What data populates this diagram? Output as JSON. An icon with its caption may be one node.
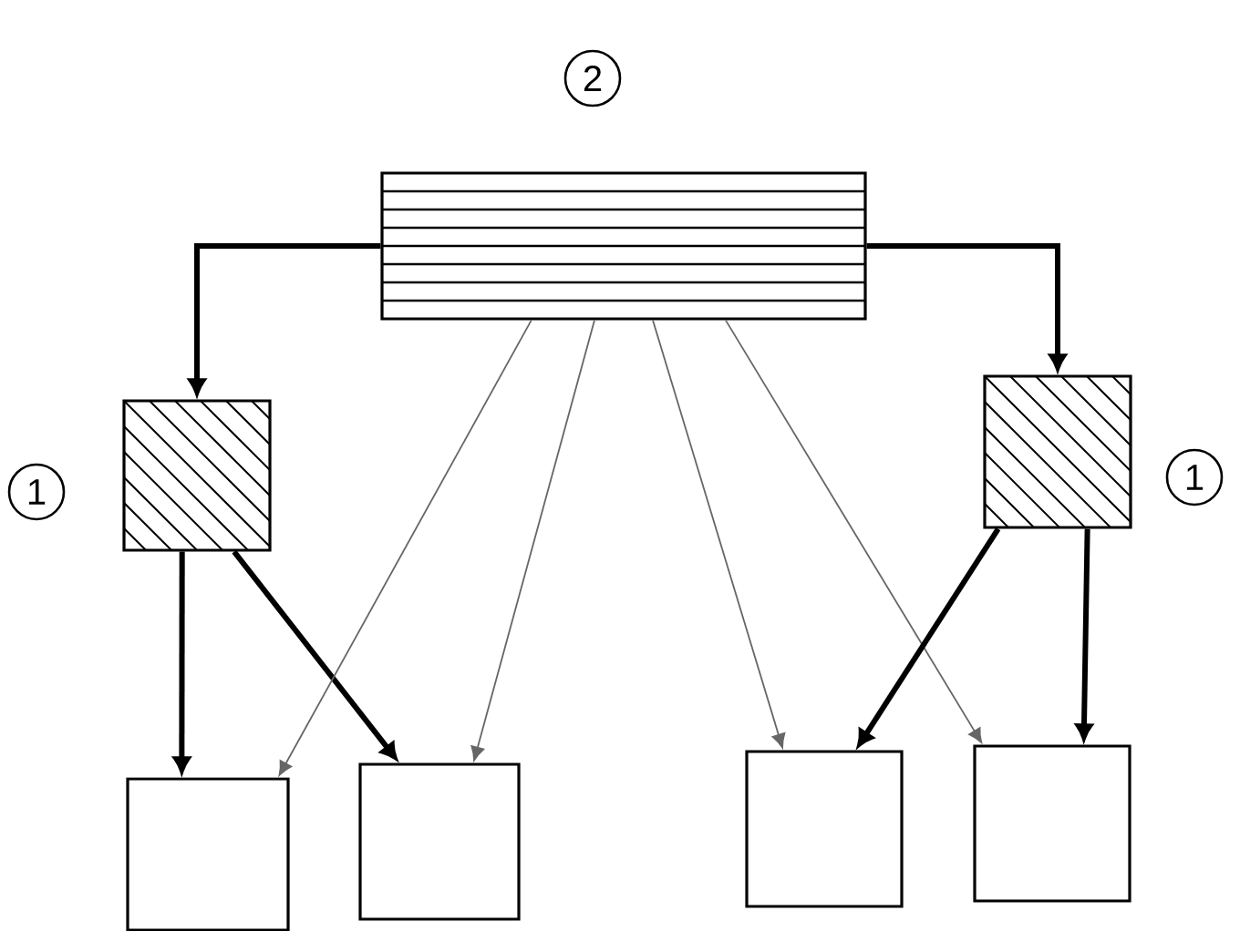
{
  "diagram": {
    "nodes": [
      {
        "text": [],
        "shape": "box"
      },
      {
        "text": [],
        "shape": "box"
      },
      {
        "text": [],
        "shape": "box"
      },
      {
        "text": [],
        "shape": "box"
      },
      {
        "text": [],
        "shape": "box"
      },
      {
        "text": [],
        "shape": "box"
      },
      {
        "text": [],
        "shape": "box"
      }
    ],
    "edges": [
      {
        "from": 0,
        "to": 1,
        "arrow": "to"
      },
      {
        "from": 0,
        "to": 2,
        "arrow": "to"
      },
      {
        "from": 1,
        "to": 3,
        "arrow": "to"
      },
      {
        "from": 1,
        "to": 4,
        "arrow": "to"
      },
      {
        "from": 0,
        "to": 3,
        "arrow": "to",
        "color": "#666666"
      },
      {
        "from": 0,
        "to": 4,
        "arrow": "to",
        "color": "#666666"
      },
      {
        "from": 0,
        "to": 5,
        "arrow": "to",
        "color": "#666666"
      },
      {
        "from": 0,
        "to": 6,
        "arrow": "to",
        "color": "#666666"
      },
      {
        "from": 2,
        "to": 5,
        "arrow": "to"
      },
      {
        "from": 2,
        "to": 6,
        "arrow": "to"
      }
    ],
    "labels": [
      "2",
      "1",
      "1"
    ]
  }
}
